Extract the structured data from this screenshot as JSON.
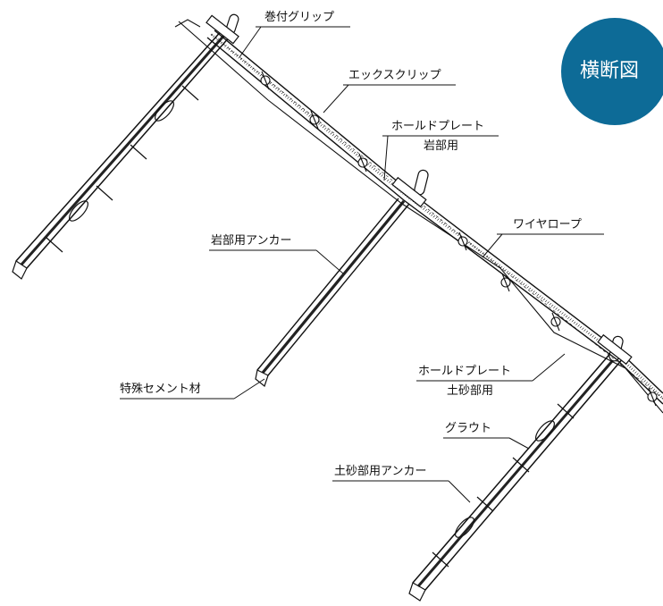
{
  "badge": {
    "title": "横断図",
    "color": "#0d6b97"
  },
  "labels": {
    "wrap_grip": "巻付グリップ",
    "x_clip": "エックスクリップ",
    "hold_plate_rock_1": "ホールドプレート",
    "hold_plate_rock_2": "岩部用",
    "wire_rope": "ワイヤロープ",
    "rock_anchor": "岩部用アンカー",
    "cement": "特殊セメント材",
    "hold_plate_soil_1": "ホールドプレート",
    "hold_plate_soil_2": "土砂部用",
    "grout": "グラウト",
    "soil_anchor": "土砂部用アンカー"
  }
}
